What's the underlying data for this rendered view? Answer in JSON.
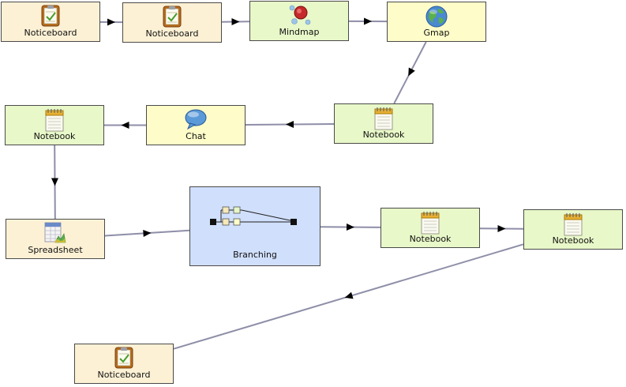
{
  "colors": {
    "noticeboard": "#fdf1d5",
    "mindmap": "#e8f8c8",
    "gmap": "#fefcc8",
    "notebook": "#e8f8c8",
    "chat": "#fefcc8",
    "spreadsheet": "#fdf1d5",
    "branching": "#d0dffb",
    "edge": "#8e8ea8"
  },
  "nodes": [
    {
      "id": "n1",
      "label": "Noticeboard",
      "type": "noticeboard",
      "icon": "noticeboard-icon"
    },
    {
      "id": "n2",
      "label": "Noticeboard",
      "type": "noticeboard",
      "icon": "noticeboard-icon"
    },
    {
      "id": "n3",
      "label": "Mindmap",
      "type": "mindmap",
      "icon": "mindmap-icon"
    },
    {
      "id": "n4",
      "label": "Gmap",
      "type": "gmap",
      "icon": "globe-icon"
    },
    {
      "id": "n5",
      "label": "Notebook",
      "type": "notebook",
      "icon": "notebook-icon"
    },
    {
      "id": "n6",
      "label": "Chat",
      "type": "chat",
      "icon": "chat-bubble-icon"
    },
    {
      "id": "n7",
      "label": "Notebook",
      "type": "notebook",
      "icon": "notebook-icon"
    },
    {
      "id": "n8",
      "label": "Spreadsheet",
      "type": "spreadsheet",
      "icon": "spreadsheet-icon"
    },
    {
      "id": "n9",
      "label": "Branching",
      "type": "branching",
      "icon": "branching-icon"
    },
    {
      "id": "n10",
      "label": "Notebook",
      "type": "notebook",
      "icon": "notebook-icon"
    },
    {
      "id": "n11",
      "label": "Notebook",
      "type": "notebook",
      "icon": "notebook-icon"
    },
    {
      "id": "n12",
      "label": "Noticeboard",
      "type": "noticeboard",
      "icon": "noticeboard-icon"
    }
  ],
  "edges": [
    {
      "from": "n1",
      "to": "n2"
    },
    {
      "from": "n2",
      "to": "n3"
    },
    {
      "from": "n3",
      "to": "n4"
    },
    {
      "from": "n4",
      "to": "n5"
    },
    {
      "from": "n5",
      "to": "n6"
    },
    {
      "from": "n6",
      "to": "n7"
    },
    {
      "from": "n7",
      "to": "n8"
    },
    {
      "from": "n8",
      "to": "n9"
    },
    {
      "from": "n9",
      "to": "n10"
    },
    {
      "from": "n10",
      "to": "n11"
    },
    {
      "from": "n11",
      "to": "n12"
    }
  ]
}
